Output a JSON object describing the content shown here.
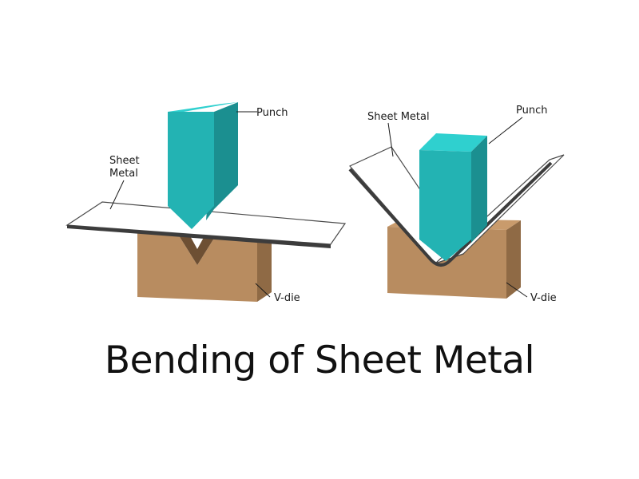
{
  "title": "Bending of Sheet Metal",
  "colors": {
    "punch_front": "#23b3b3",
    "punch_top": "#2fd0cf",
    "punch_side": "#1b8f90",
    "die_front": "#b88c60",
    "die_top": "#c99b6c",
    "die_side": "#8f6a45",
    "sheet_fill": "#ffffff",
    "sheet_edge": "#4a4a4a"
  },
  "left_diagram": {
    "punch_label": "Punch",
    "sheet_label_line1": "Sheet",
    "sheet_label_line2": "Metal",
    "die_label": "V-die"
  },
  "right_diagram": {
    "punch_label": "Punch",
    "sheet_label": "Sheet Metal",
    "die_label": "V-die"
  }
}
